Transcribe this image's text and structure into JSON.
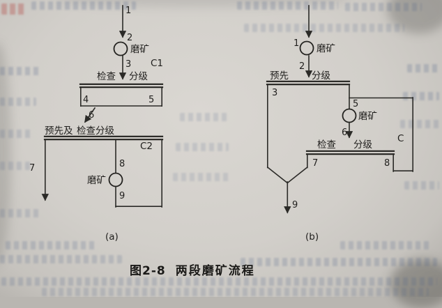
{
  "caption": {
    "figure_no": "图2-8",
    "title": "两段磨矿流程"
  },
  "diagram_a": {
    "tag": "(a)",
    "mill_top_label": "磨矿",
    "mill_bottom_label": "磨矿",
    "classifier1_left": "检查",
    "classifier1_right": "分级",
    "classifier1_tag": "C1",
    "classifier2_left": "预先及",
    "classifier2_right": "检查分级",
    "classifier2_tag": "C2",
    "streams": {
      "n1": "1",
      "n2": "2",
      "n3": "3",
      "n4": "4",
      "n5": "5",
      "n6": "6",
      "n7": "7",
      "n8": "8",
      "n9": "9"
    }
  },
  "diagram_b": {
    "tag": "(b)",
    "mill_top_label": "磨矿",
    "mill_bottom_label": "磨矿",
    "classifier1_left": "预先",
    "classifier1_right": "分级",
    "classifier2_left": "检查",
    "classifier2_right": "分级",
    "classifier2_tag": "C",
    "streams": {
      "n1": "1",
      "n2": "2",
      "n3": "3",
      "n5": "5",
      "n6": "6",
      "n7": "7",
      "n8": "8",
      "n9": "9"
    }
  }
}
